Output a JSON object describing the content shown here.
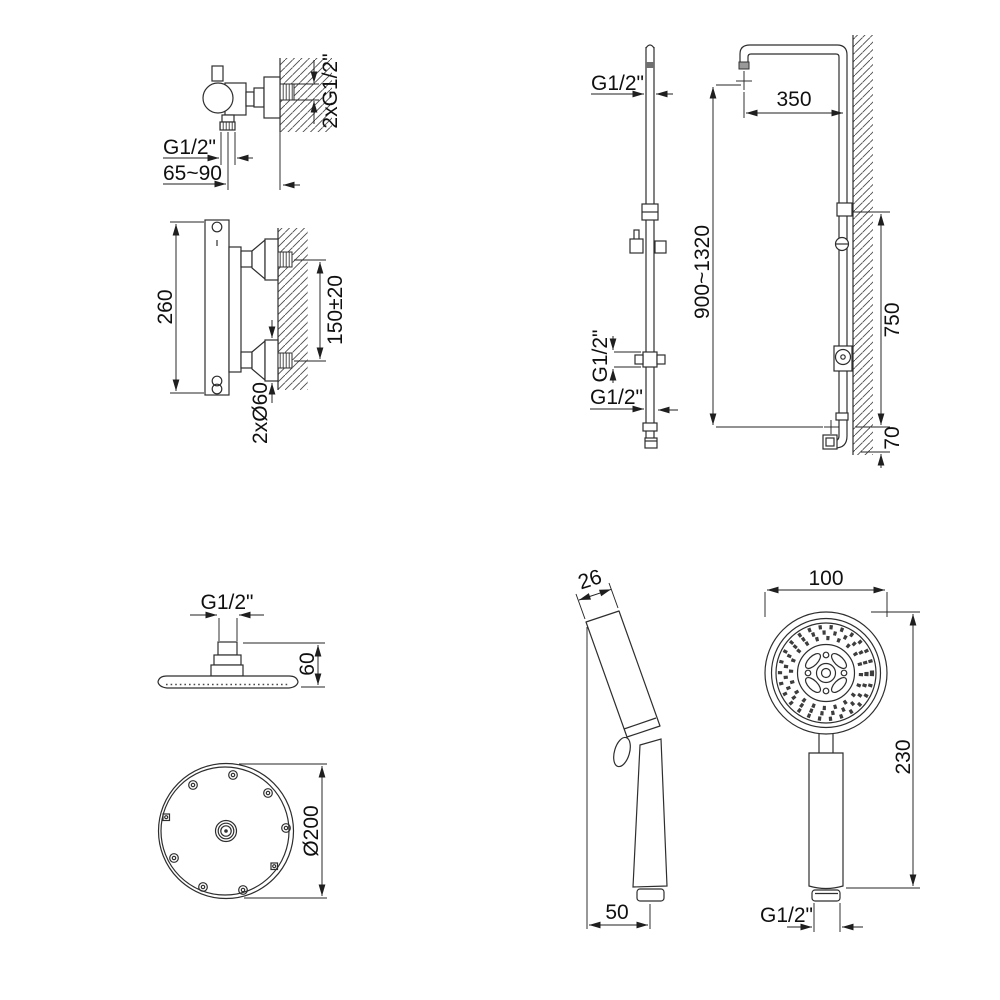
{
  "drawing": {
    "mixer_side": {
      "thread": "G1/2\"",
      "wall_offset": "65~90",
      "wall_threads": "2xG1/2\""
    },
    "mixer_front": {
      "body_height": "260",
      "inlet_spacing": "150±20",
      "flanges": "2xØ60"
    },
    "riser": {
      "top_thread": "G1/2\"",
      "mid_thread": "G1/2\"",
      "bottom_thread": "G1/2\"",
      "arm_reach": "350",
      "height_range": "900~1320",
      "wall_span": "750",
      "bottom_gap": "70"
    },
    "head_side": {
      "thread": "G1/2\"",
      "height": "60"
    },
    "head_top": {
      "diameter": "Ø200"
    },
    "hand_side": {
      "thickness": "26",
      "depth": "50"
    },
    "hand_front": {
      "width": "100",
      "length": "230",
      "thread": "G1/2\""
    }
  }
}
